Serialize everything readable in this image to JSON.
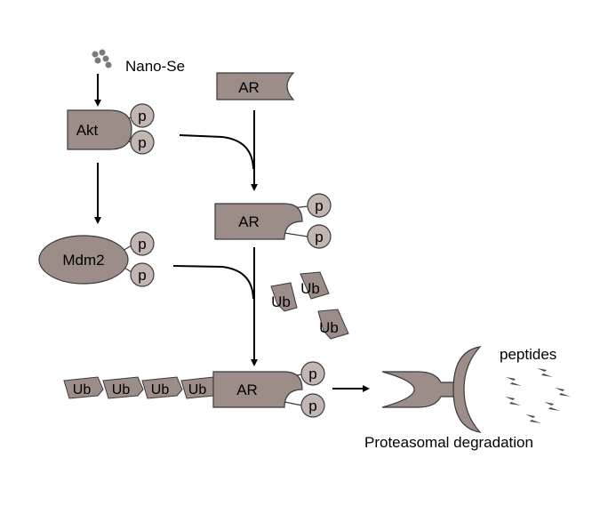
{
  "labels": {
    "nano_se": "Nano-Se",
    "akt": "Akt",
    "ar": "AR",
    "mdm2": "Mdm2",
    "p": "p",
    "ub": "Ub",
    "peptides": "peptides",
    "proteasomal_degradation": "Proteasomal degradation"
  },
  "colors": {
    "protein_fill": "#9c8d89",
    "phospho_fill": "#c2b6b3",
    "outline": "#3a3a3a",
    "arrow": "#000000"
  }
}
